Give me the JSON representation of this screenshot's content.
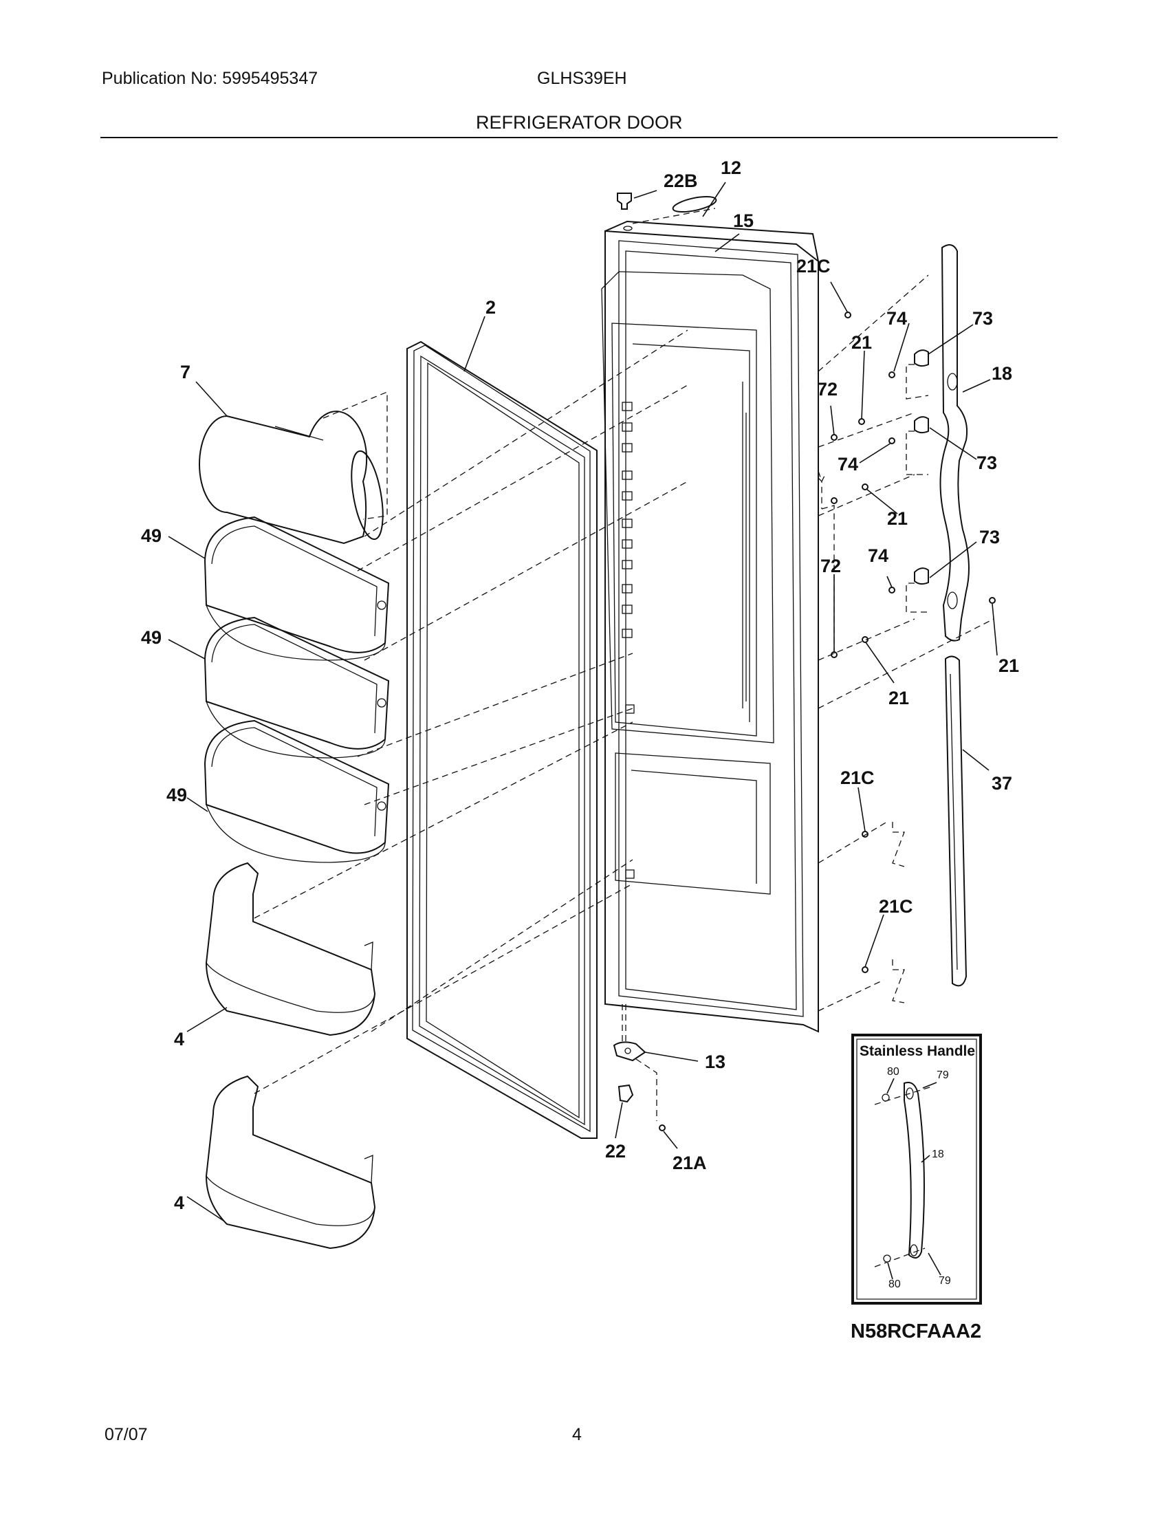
{
  "header": {
    "publication": "Publication No: 5995495347",
    "model": "GLHS39EH",
    "section_title": "REFRIGERATOR DOOR"
  },
  "footer": {
    "date": "07/07",
    "page": "4"
  },
  "callouts": {
    "c22B": "22B",
    "c12": "12",
    "c15": "15",
    "c21C_top": "21C",
    "c74_a": "74",
    "c73_a": "73",
    "c21_a": "21",
    "c18": "18",
    "c72_a": "72",
    "c74_b": "74",
    "c73_b": "73",
    "c21_b": "21",
    "c74_c": "74",
    "c73_c": "73",
    "c72_b": "72",
    "c21_c": "21",
    "c21_d": "21",
    "c37": "37",
    "c21C_mid": "21C",
    "c21C_low": "21C",
    "c2": "2",
    "c7": "7",
    "c49_a": "49",
    "c49_b": "49",
    "c49_c": "49",
    "c4_a": "4",
    "c4_b": "4",
    "c13": "13",
    "c22": "22",
    "c21A": "21A"
  },
  "inset": {
    "title": "Stainless Handle",
    "c80_top": "80",
    "c79_top": "79",
    "c18": "18",
    "c80_bot": "80",
    "c79_bot": "79"
  },
  "diagram_code": "N58RCFAAA2"
}
